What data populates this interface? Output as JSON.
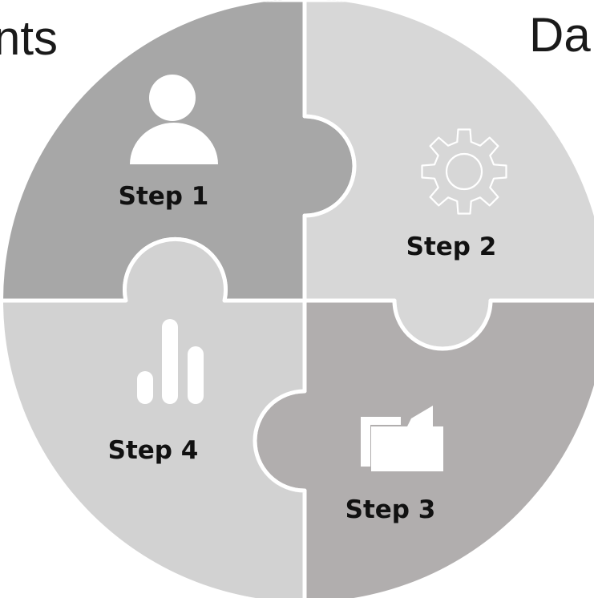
{
  "background_text": {
    "left": "nts",
    "right": "Da"
  },
  "steps": [
    {
      "label": "Step 1",
      "icon": "person-icon",
      "color": "#a7a7a7"
    },
    {
      "label": "Step 2",
      "icon": "gear-icon",
      "color": "#d7d7d7"
    },
    {
      "label": "Step 3",
      "icon": "folder-icon",
      "color": "#b1aeae"
    },
    {
      "label": "Step 4",
      "icon": "bar-chart-icon",
      "color": "#d2d2d2"
    }
  ],
  "colors": {
    "icon": "#ffffff",
    "outline": "#ffffff",
    "text": "#111111"
  }
}
